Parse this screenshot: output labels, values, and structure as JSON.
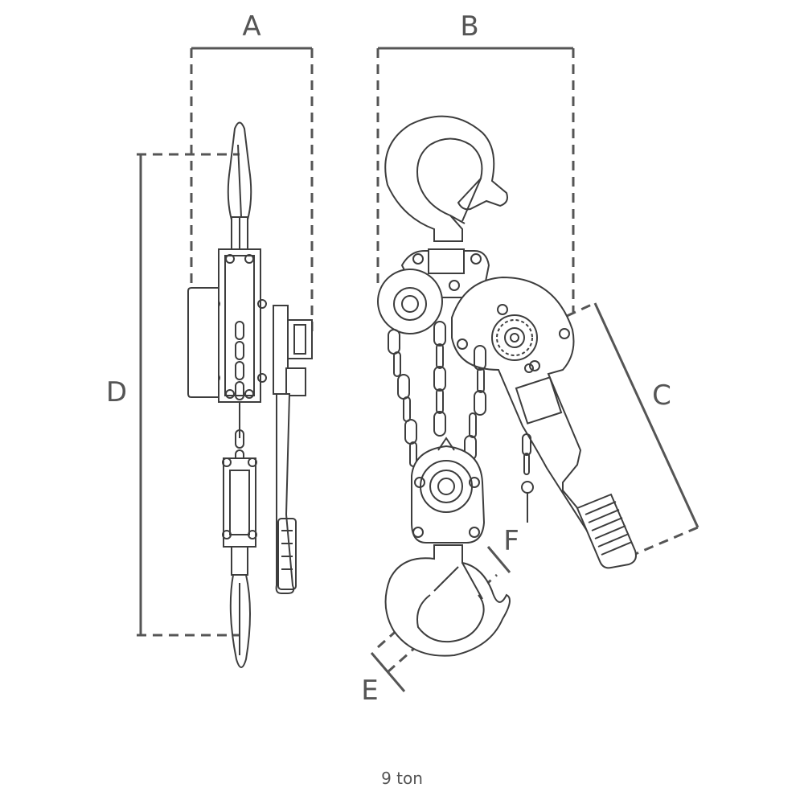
{
  "dimensions": {
    "a": "A",
    "b": "B",
    "c": "C",
    "d": "D",
    "e": "E",
    "f": "F"
  },
  "caption": "9 ton",
  "colors": {
    "line": "#3d3d3d",
    "dimension": "#555555",
    "background": "#ffffff"
  }
}
